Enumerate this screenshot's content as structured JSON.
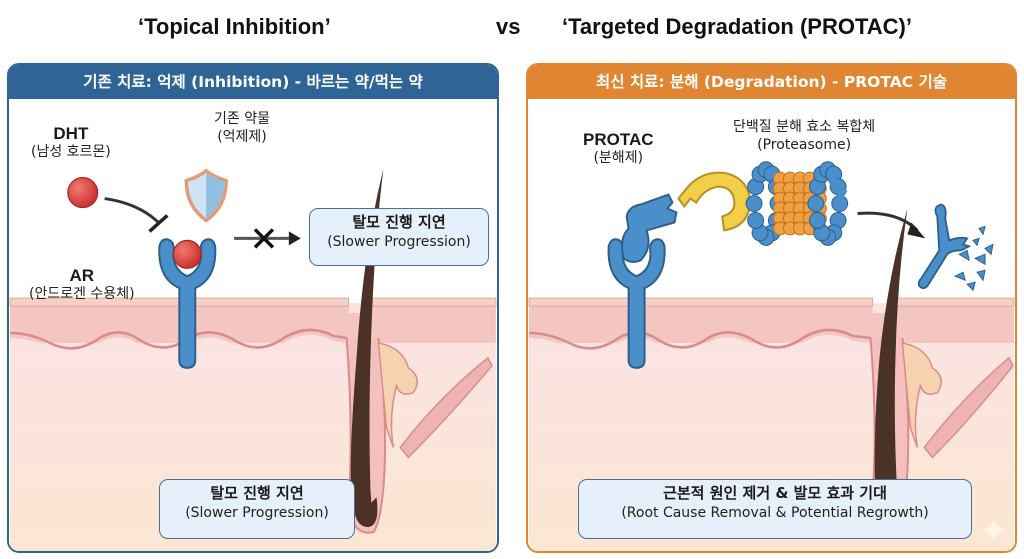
{
  "titles": {
    "left": "‘Topical Inhibition’",
    "vs": "vs",
    "right": "‘Targeted Degradation (PROTAC)’"
  },
  "left_panel": {
    "header": "기존 치료: 억제 (Inhibition) - 바르는 약/먹는 약",
    "accent_color": "#2f6496",
    "labels": {
      "dht_title": "DHT",
      "dht_sub": "(남성 호르몬)",
      "drug_title": "기존 약물",
      "drug_sub": "(억제제)",
      "ar_title": "AR",
      "ar_sub": "(안드로겐 수용체)"
    },
    "callout": {
      "title": "탈모 진행 지연",
      "subtitle": "(Slower Progression)"
    },
    "result_box": {
      "title": "탈모 진행 지연",
      "subtitle": "(Slower Progression)"
    }
  },
  "right_panel": {
    "header": "최신 치료: 분해 (Degradation) - PROTAC 기술",
    "accent_color": "#e08632",
    "labels": {
      "protac_title": "PROTAC",
      "protac_sub": "(분해제)",
      "proteasome_title": "단백질 분해 효소 복합체",
      "proteasome_sub": "(Proteasome)"
    },
    "result_box": {
      "title": "근본적 원인 제거 & 발모 효과 기대",
      "subtitle": "(Root Cause Removal & Potential Regrowth)"
    }
  },
  "colors": {
    "receptor_blue": "#4a8fc9",
    "dht_red": "#d63b3b",
    "protac_yellow": "#f2cf48",
    "proteasome_orange": "#f0a040",
    "skin_pink": "#f2c2c0",
    "hair_brown": "#4a3326"
  }
}
